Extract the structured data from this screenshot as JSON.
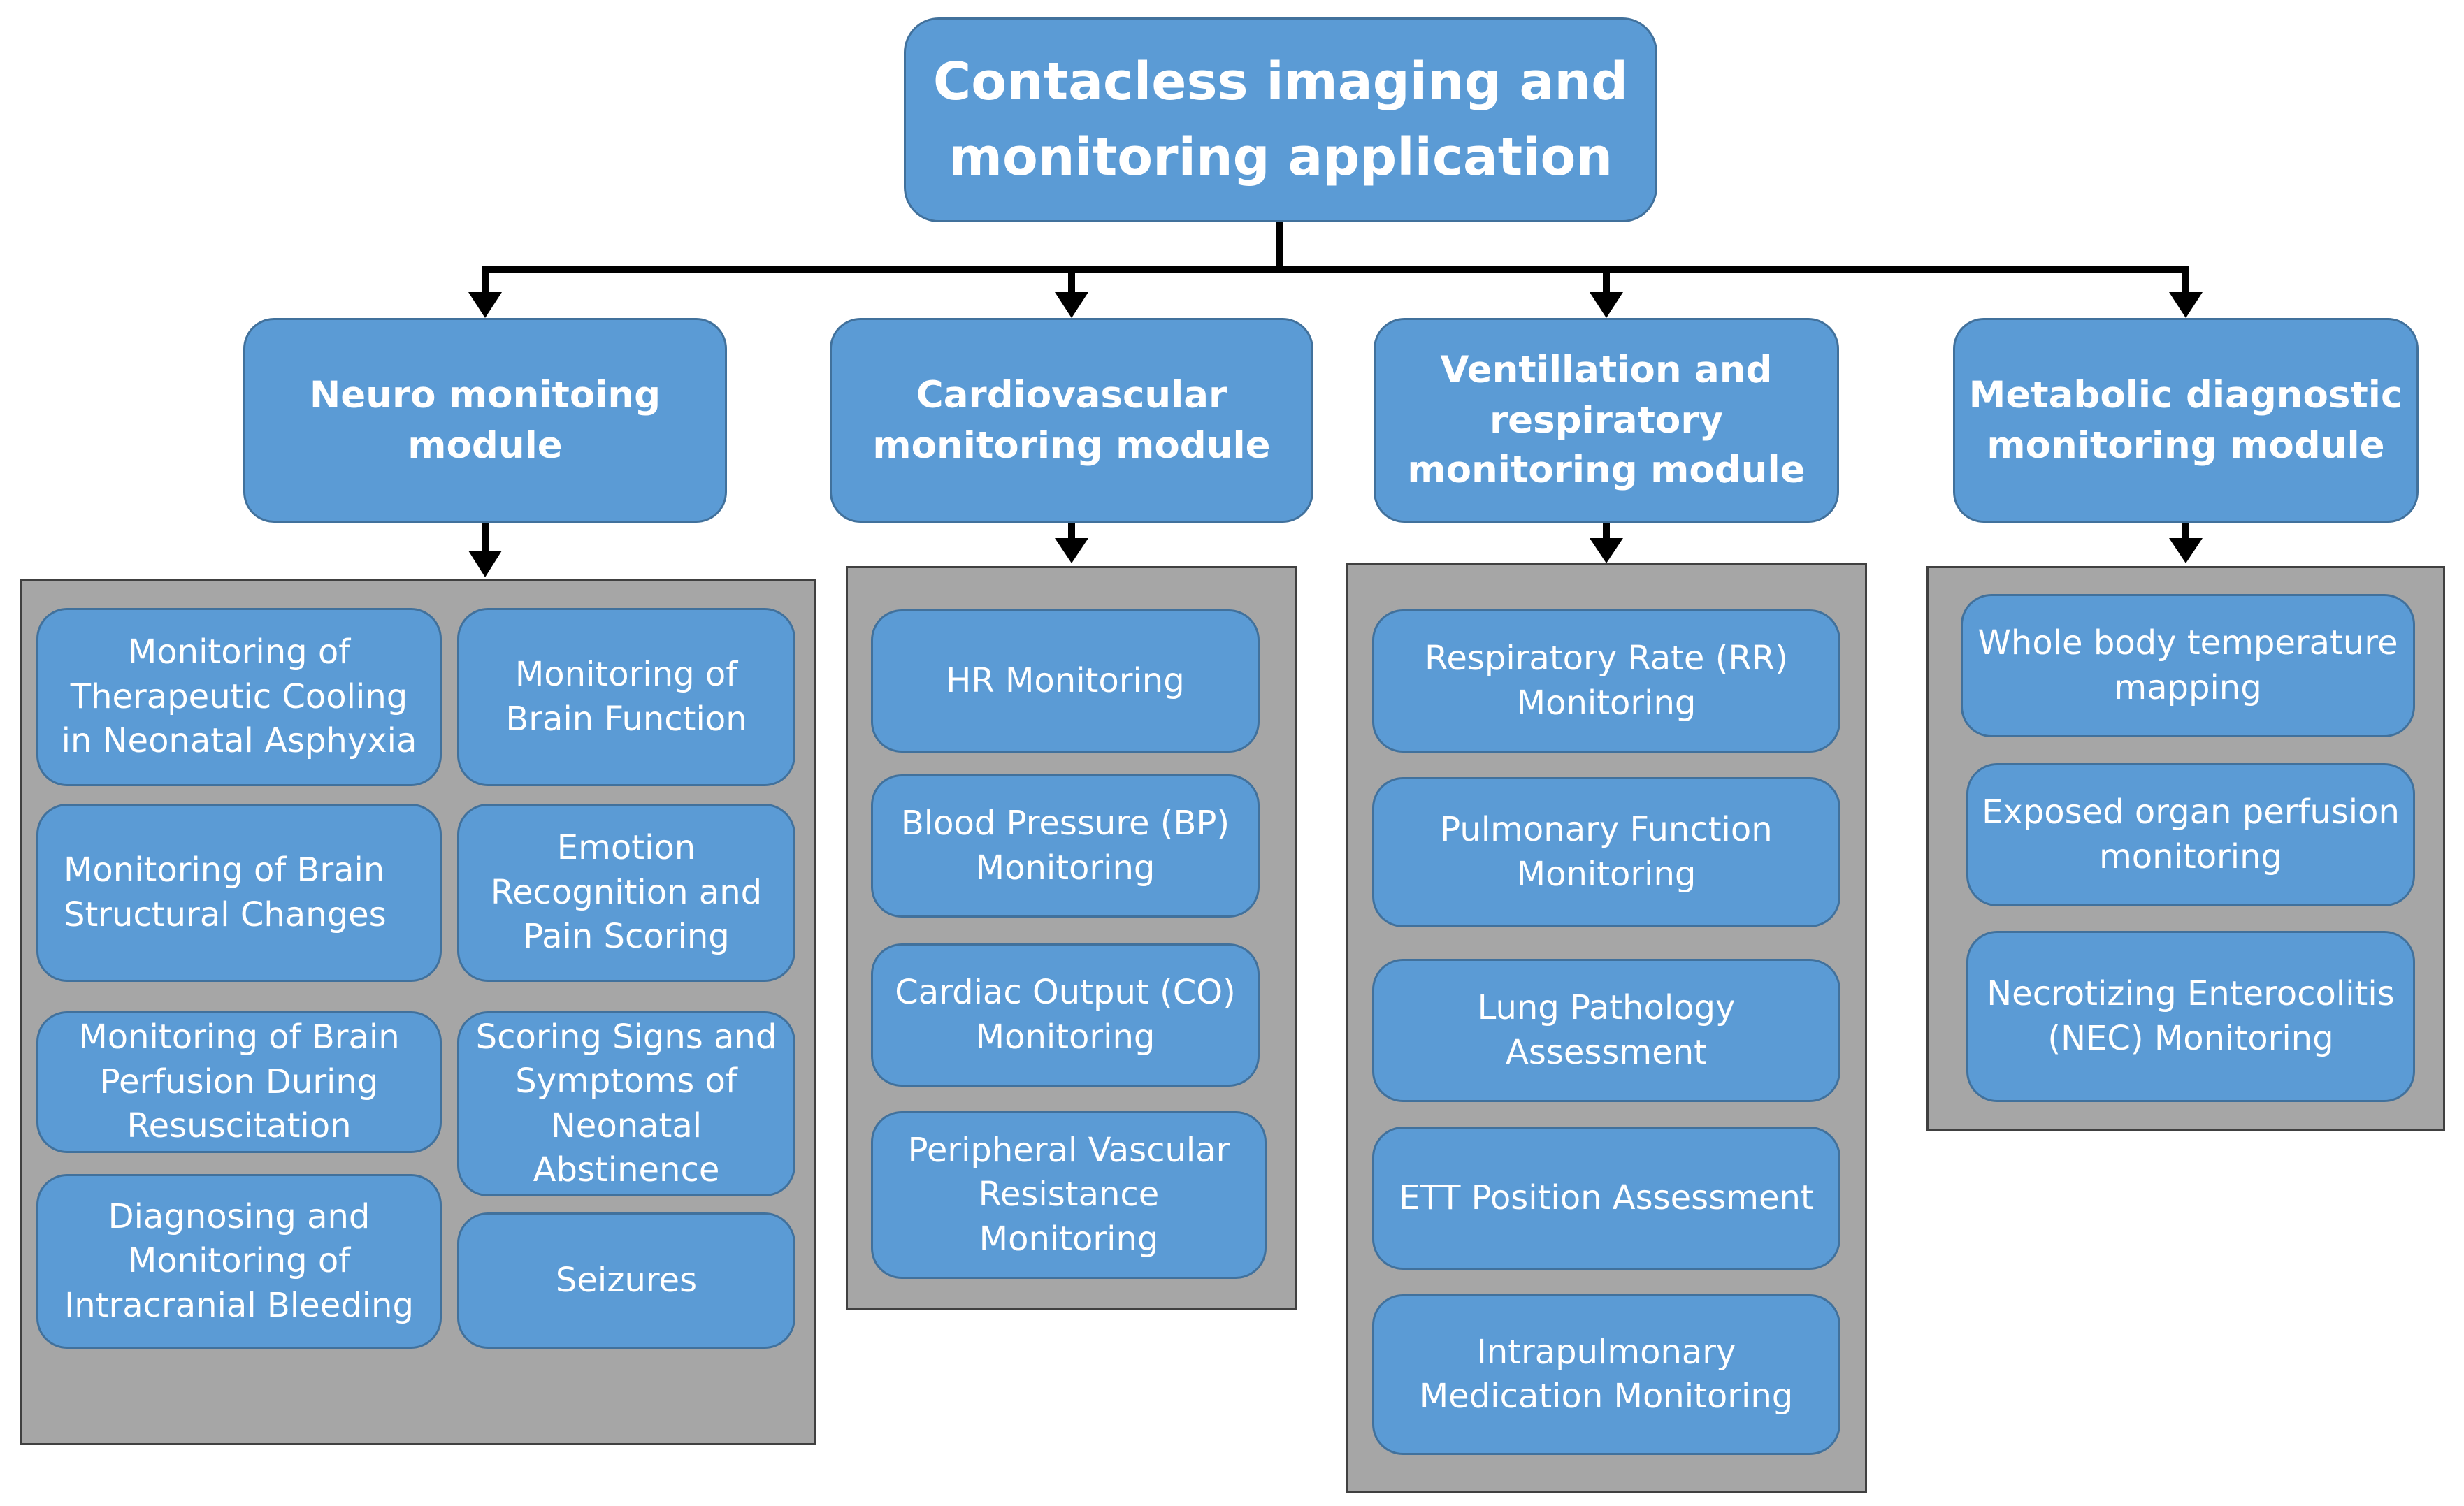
{
  "title": "Contacless imaging and monitoring application",
  "modules": [
    {
      "label": "Neuro monitoing module",
      "items": [
        "Monitoring of Therapeutic Cooling in Neonatal Asphyxia",
        "Monitoring of Brain Function",
        "Monitoring of Brain Structural Changes",
        "Emotion Recognition and Pain Scoring",
        "Monitoring of Brain Perfusion During Resuscitation",
        "Scoring Signs and Symptoms of Neonatal Abstinence",
        "Diagnosing and Monitoring of Intracranial Bleeding",
        "Seizures"
      ]
    },
    {
      "label": "Cardiovascular monitoring module",
      "items": [
        "HR Monitoring",
        "Blood Pressure (BP) Monitoring",
        "Cardiac Output (CO) Monitoring",
        "Peripheral Vascular Resistance Monitoring"
      ]
    },
    {
      "label": "Ventillation and respiratory monitoring module",
      "items": [
        "Respiratory Rate (RR) Monitoring",
        "Pulmonary Function Monitoring",
        "Lung Pathology Assessment",
        "ETT Position Assessment",
        "Intrapulmonary Medication Monitoring"
      ]
    },
    {
      "label": "Metabolic diagnostic monitoring module",
      "items": [
        "Whole body temperature mapping",
        "Exposed organ perfusion monitoring",
        "Necrotizing Enterocolitis (NEC) Monitoring"
      ]
    }
  ],
  "colors": {
    "box_fill": "#5b9bd5",
    "box_border": "#41719c",
    "panel_fill": "#a6a6a6",
    "connector": "#000000"
  }
}
